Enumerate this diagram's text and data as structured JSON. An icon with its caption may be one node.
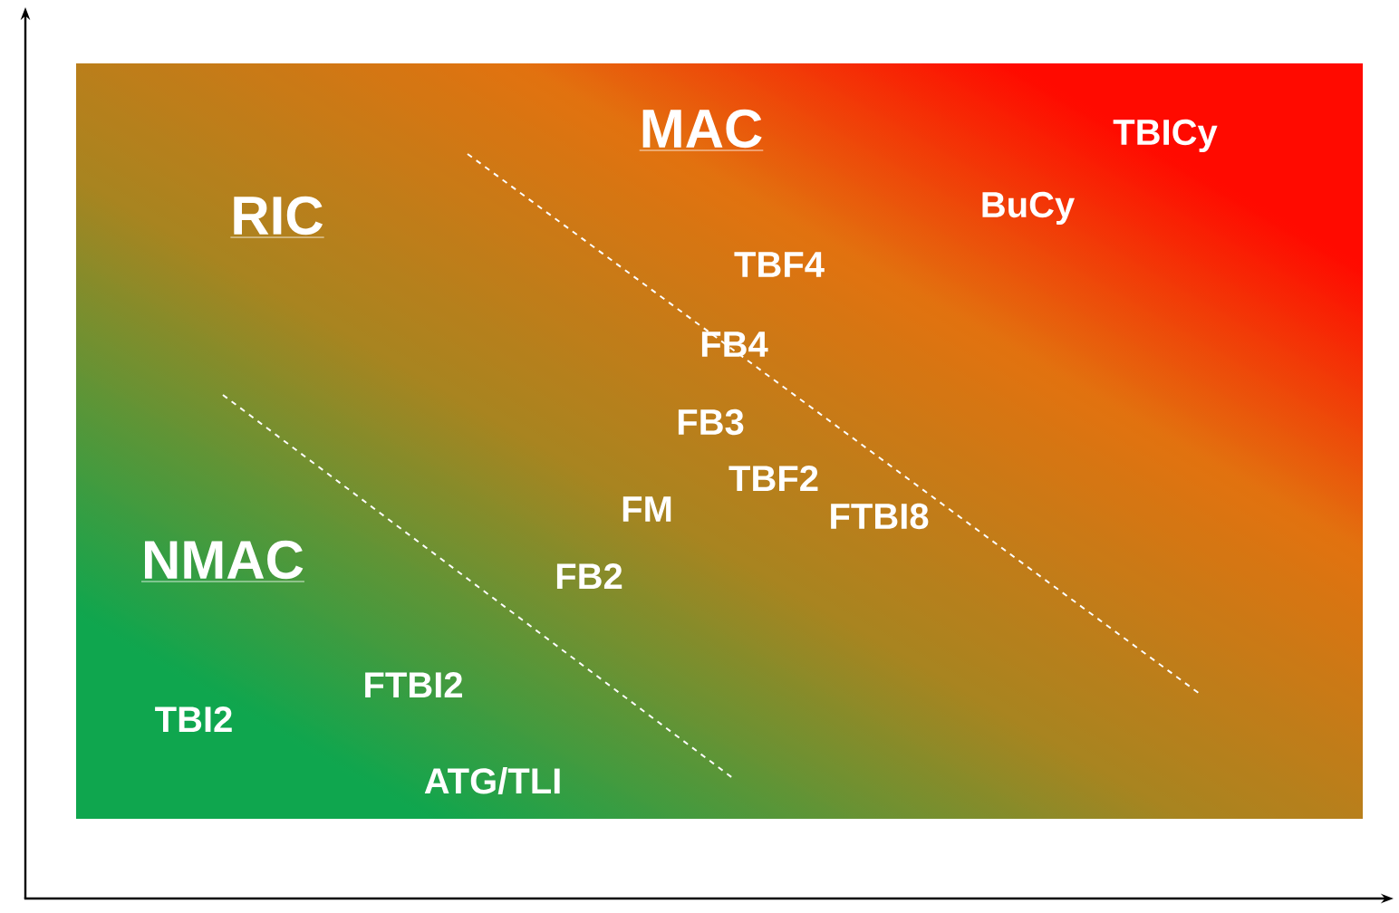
{
  "diagram": {
    "labels": [
      "MAC",
      "RIC",
      "NMAC",
      "TBICy",
      "BuCy",
      "TBF4",
      "FB4",
      "FB3",
      "TBF2",
      "FTBI8",
      "FM",
      "FB2",
      "FTBI2",
      "TBI2",
      "ATG/TLI"
    ]
  }
}
